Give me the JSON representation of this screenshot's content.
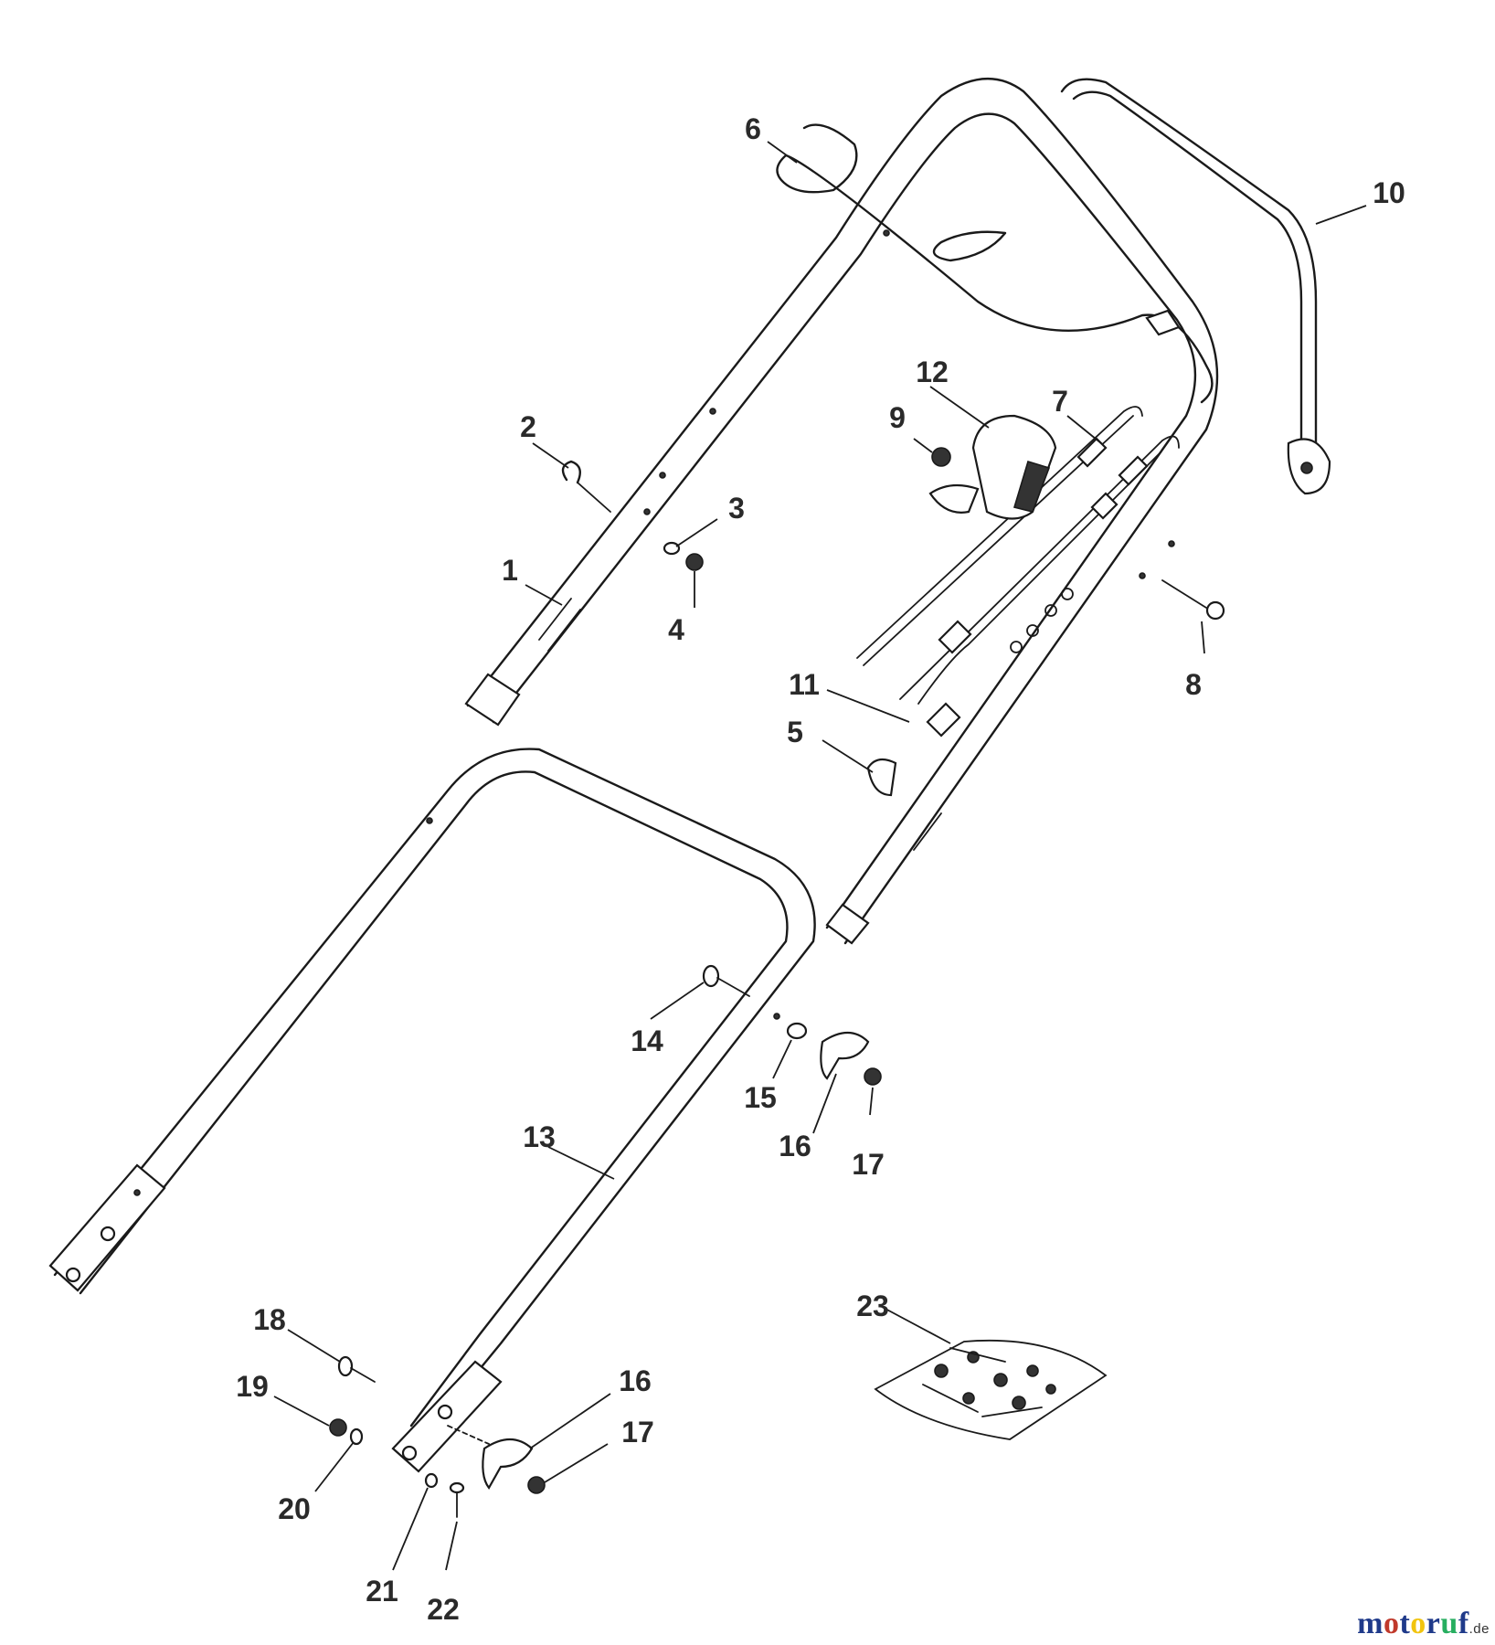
{
  "callouts": {
    "c1": "1",
    "c2": "2",
    "c3": "3",
    "c4": "4",
    "c5": "5",
    "c6": "6",
    "c7": "7",
    "c8": "8",
    "c9": "9",
    "c10": "10",
    "c11": "11",
    "c12": "12",
    "c13": "13",
    "c14": "14",
    "c15": "15",
    "c16a": "16",
    "c17a": "17",
    "c16b": "16",
    "c17b": "17",
    "c18": "18",
    "c19": "19",
    "c20": "20",
    "c21": "21",
    "c22": "22",
    "c23": "23"
  },
  "watermark": {
    "letters": [
      {
        "ch": "m",
        "color": "#1f3a8a"
      },
      {
        "ch": "o",
        "color": "#c0392b"
      },
      {
        "ch": "t",
        "color": "#1f3a8a"
      },
      {
        "ch": "o",
        "color": "#f1c40f"
      },
      {
        "ch": "r",
        "color": "#1f3a8a"
      },
      {
        "ch": "u",
        "color": "#27ae60"
      },
      {
        "ch": "f",
        "color": "#1f3a8a"
      }
    ],
    "suffix": ".de"
  }
}
